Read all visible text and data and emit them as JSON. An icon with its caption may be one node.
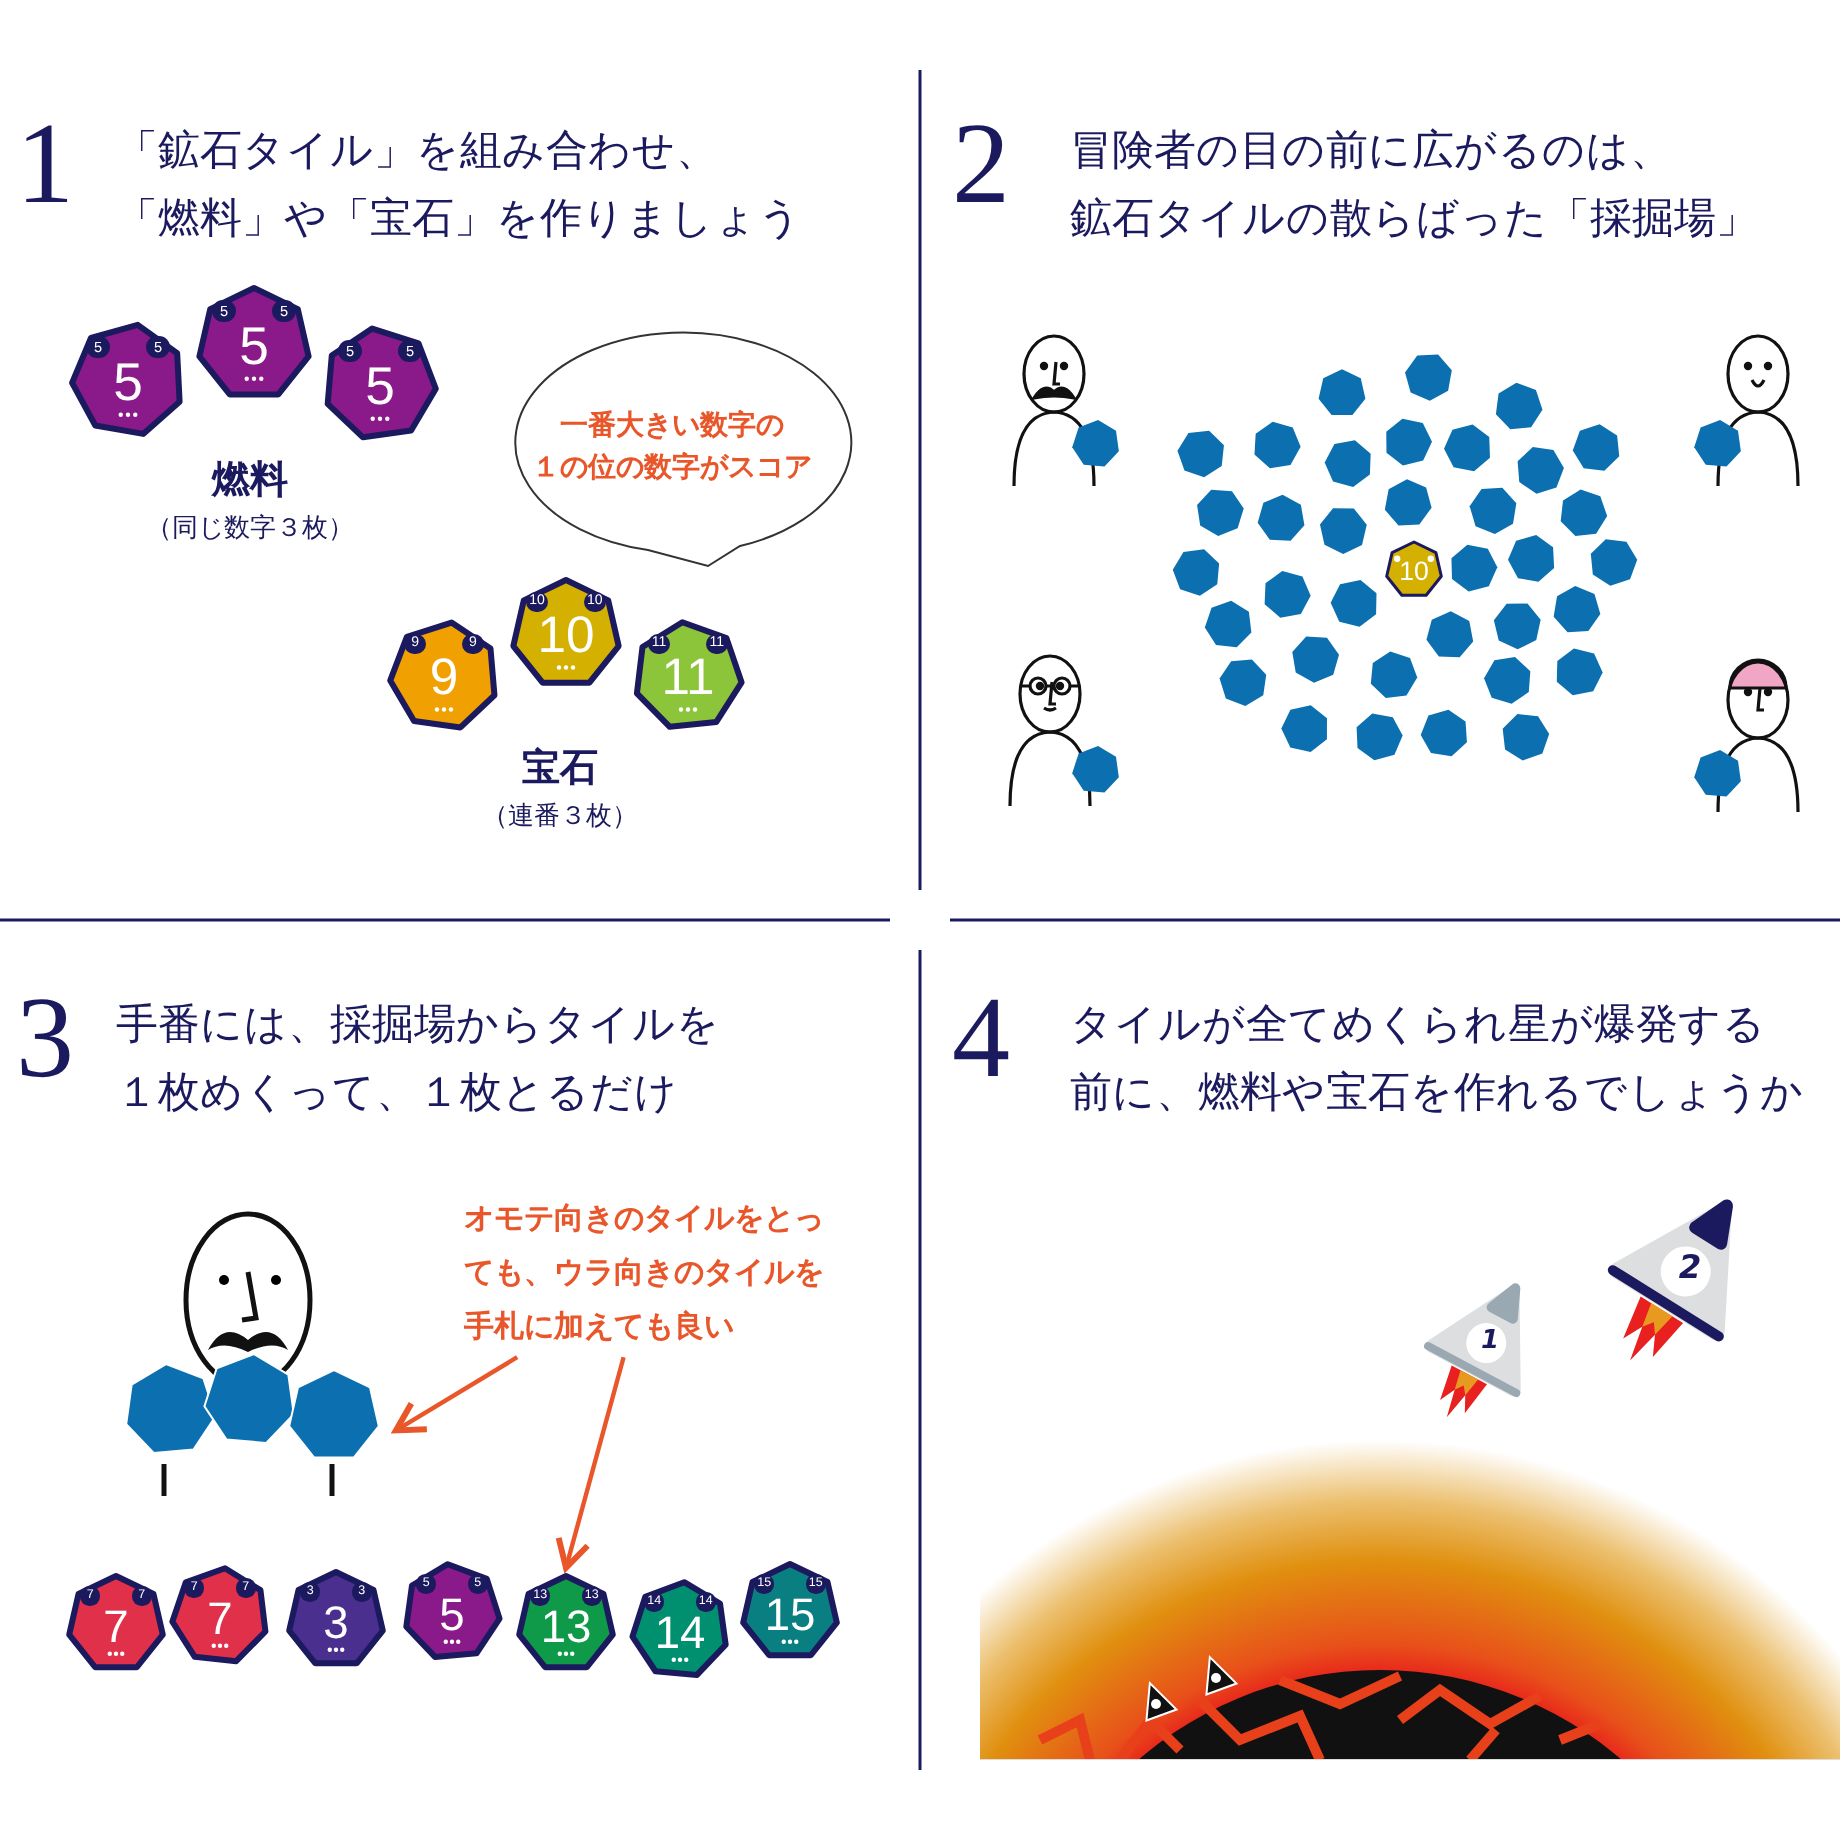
{
  "diagram": {
    "nodes": [
      {
        "text": [
          "5",
          "5",
          "5"
        ]
      },
      {
        "text": [
          "5",
          "5",
          "5"
        ]
      },
      {
        "text": [
          "5",
          "5",
          "5"
        ]
      },
      {
        "text": [
          "一番大きい数字の１の位の数字がスコア"
        ]
      },
      {
        "text": [
          "9",
          "9",
          "9"
        ]
      },
      {
        "text": [
          "10",
          "10",
          "10"
        ]
      },
      {
        "text": [
          "11",
          "11",
          "11"
        ]
      },
      {
        "text": [
          "10"
        ]
      },
      {
        "text": [
          "オモテ向きのタイルをとっても、ウラ向きのタイルを手札に加えても良い"
        ]
      },
      {
        "text": [],
        "shape": "picture"
      },
      {
        "text": [
          "7",
          "7",
          "7"
        ]
      },
      {
        "text": [
          "7",
          "7",
          "7"
        ]
      },
      {
        "text": [
          "3",
          "3",
          "3"
        ]
      },
      {
        "text": [
          "5",
          "5",
          "5"
        ]
      },
      {
        "text": [
          "13",
          "13",
          "13"
        ]
      },
      {
        "text": [
          "14",
          "14",
          "14"
        ]
      },
      {
        "text": [
          "15",
          "15",
          "15"
        ]
      },
      {
        "text": [
          "1"
        ]
      },
      {
        "text": [
          "2"
        ]
      }
    ],
    "edges": [
      {
        "from": 8,
        "to": 9,
        "arrow": "to"
      },
      {
        "from": 8,
        "to": 14,
        "arrow": "to"
      }
    ],
    "labels": [
      "1",
      "「鉱石タイル」を組み合わせ、「燃料」や「宝石」を作りましょう",
      "燃料",
      "（同じ数字３枚）",
      "宝石",
      "（連番３枚）",
      "2",
      "冒険者の目の前に広がるのは、鉱石タイルの散らばった「採掘場」",
      "3",
      "手番には、採掘場からタイルを１枚めくって、１枚とるだけ",
      "4",
      "タイルが全てめくられ星が爆発する前に、燃料や宝石を作れるでしょうか"
    ]
  }
}
